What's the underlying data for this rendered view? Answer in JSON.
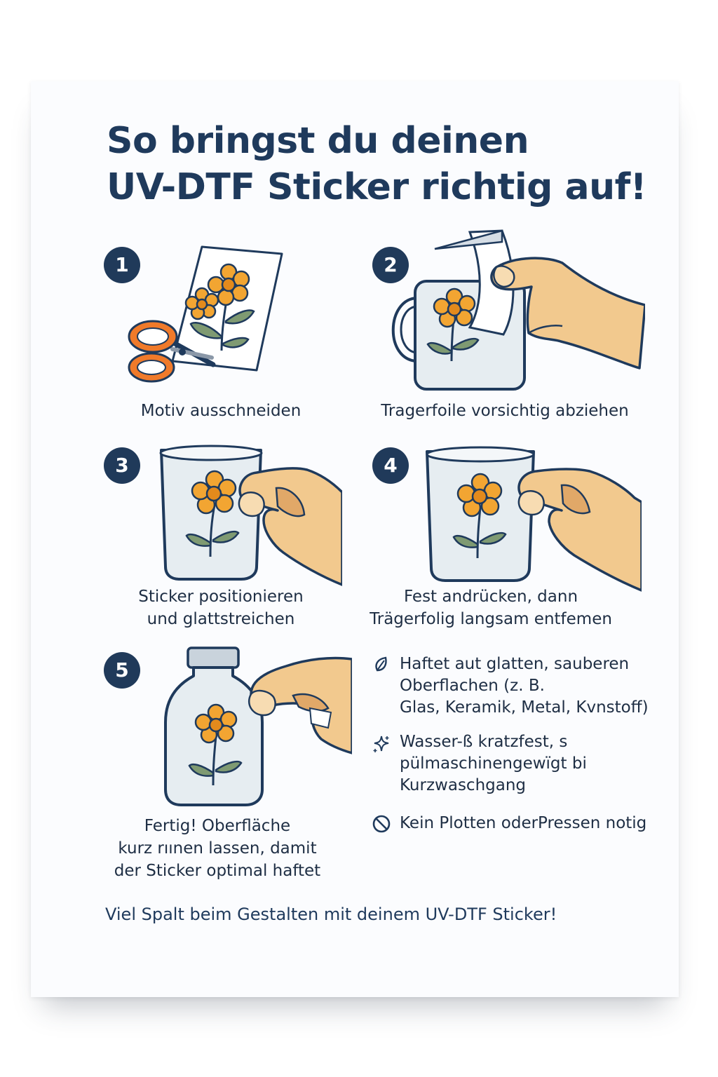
{
  "title": {
    "line1": "So bringst du deinen",
    "line2": "UV-DTF Sticker richtig auf!"
  },
  "steps": [
    {
      "number": "1",
      "lines": [
        "Motiv ausschneiden"
      ]
    },
    {
      "number": "2",
      "lines": [
        "Tragerfoile vorsichtig abziehen"
      ]
    },
    {
      "number": "3",
      "lines": [
        "Sticker positionieren",
        "und glattstreichen"
      ]
    },
    {
      "number": "4",
      "lines": [
        "Fest andrücken, dann",
        "Trägerfolig langsam entfemen"
      ]
    },
    {
      "number": "5",
      "lines": [
        "Fertig! Oberfläche",
        "kurz rıınen lassen, damit",
        "der Sticker optimal haftet"
      ]
    }
  ],
  "features": [
    {
      "icon": "leaf-icon",
      "lines": [
        "Haftet aut glatten, sauberen",
        "Oberflachen (z. B.",
        "Glas, Keramik, Metal, Kvnstoff)"
      ]
    },
    {
      "icon": "sparkle-icon",
      "lines": [
        "Wasser-ß kratzfest, s",
        "pülmaschinengewïgt bi",
        "Kurzwaschgang"
      ]
    },
    {
      "icon": "prohibited-icon",
      "lines": [
        "Kein Plotten oderPressen notig"
      ]
    }
  ],
  "closing": "Viel Spalt beim Gestalten mit deinem UV-DTF Sticker!",
  "colors": {
    "navy": "#1f3a5c",
    "flower_orange": "#f2a532",
    "leaf_green": "#7f9a72",
    "skin": "#f2c98e",
    "scissors_orange": "#f07a2a",
    "mug_fill": "#e6edf1"
  }
}
